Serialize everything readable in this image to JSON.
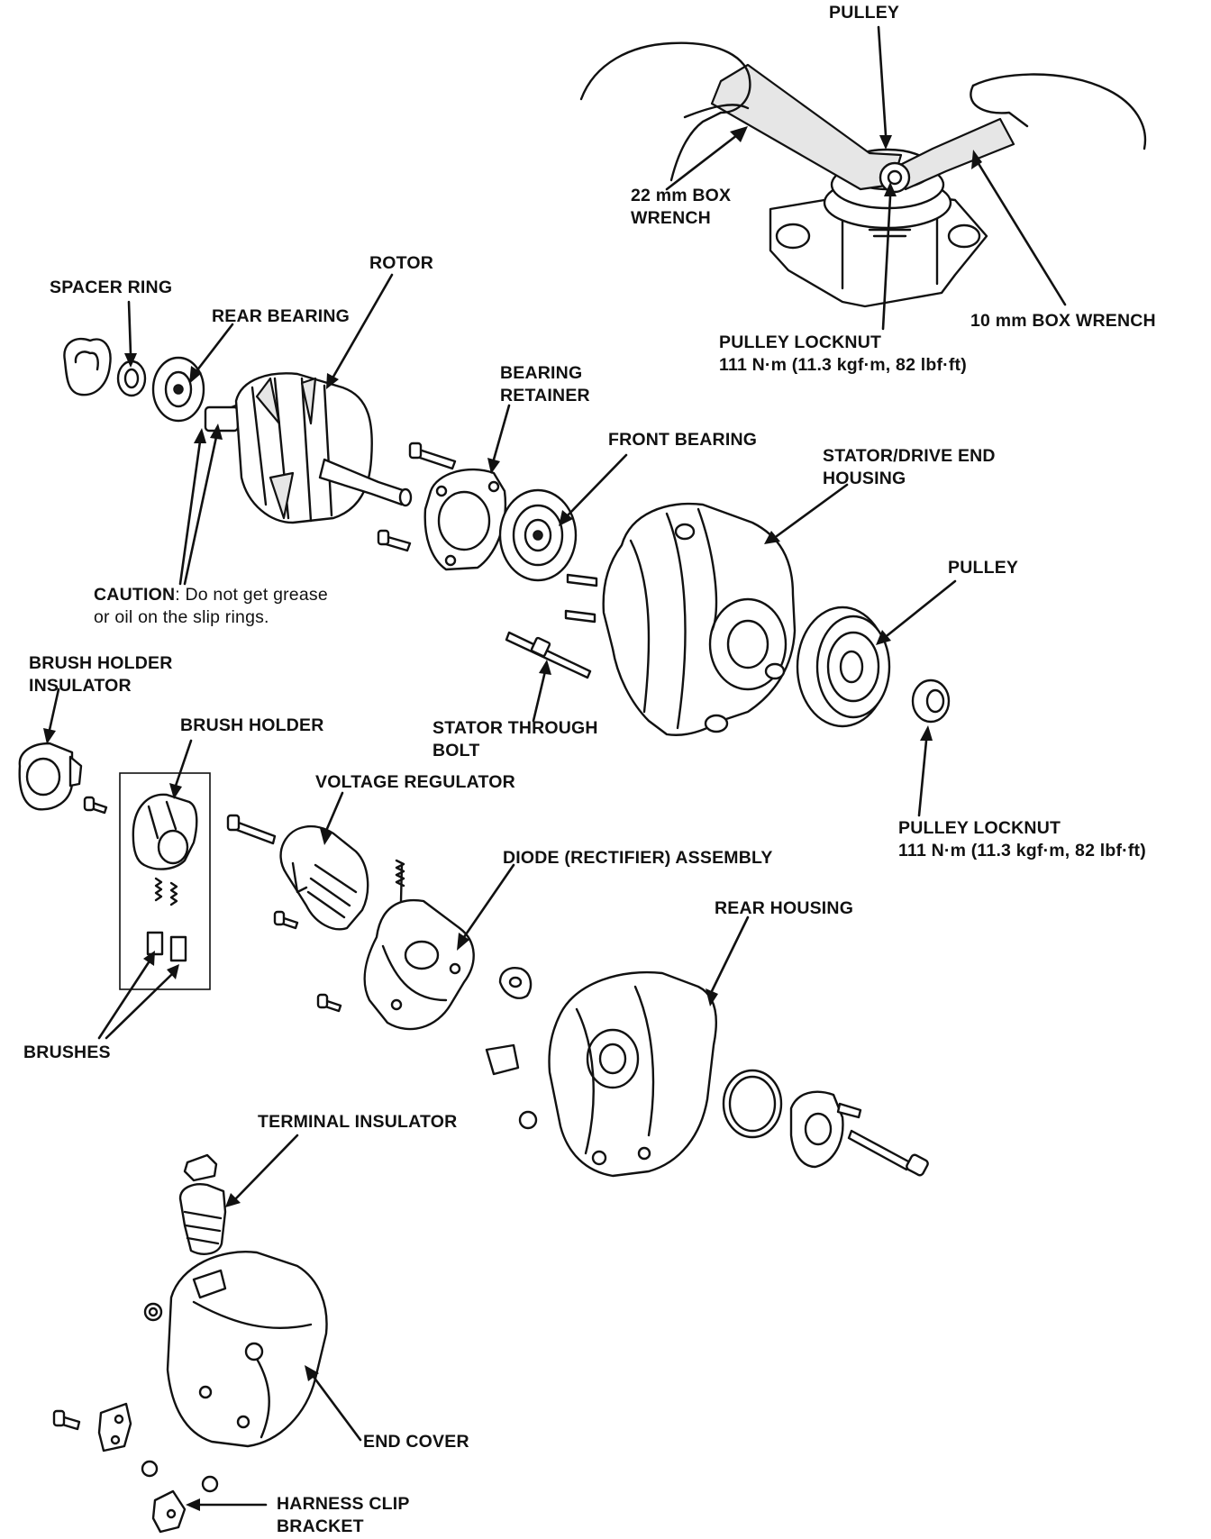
{
  "labels": {
    "pulley_top": "PULLEY",
    "wrench22_l1": "22 mm BOX",
    "wrench22_l2": "WRENCH",
    "wrench10": "10 mm BOX WRENCH",
    "locknut_top_l1": "PULLEY LOCKNUT",
    "locknut_top_l2": "111 N·m (11.3 kgf·m, 82 lbf·ft)",
    "rotor": "ROTOR",
    "spacer_ring": "SPACER RING",
    "rear_bearing": "REAR BEARING",
    "bearing_retainer_l1": "BEARING",
    "bearing_retainer_l2": "RETAINER",
    "front_bearing": "FRONT BEARING",
    "stator_l1": "STATOR/DRIVE END",
    "stator_l2": "HOUSING",
    "pulley_mid": "PULLEY",
    "caution_bold": "CAUTION",
    "caution_l1": ": Do not get grease",
    "caution_l2": "or oil on the slip rings.",
    "brush_insulator_l1": "BRUSH HOLDER",
    "brush_insulator_l2": "INSULATOR",
    "brush_holder": "BRUSH HOLDER",
    "stator_bolt_l1": "STATOR THROUGH",
    "stator_bolt_l2": "BOLT",
    "voltage_regulator": "VOLTAGE REGULATOR",
    "locknut_mid_l1": "PULLEY LOCKNUT",
    "locknut_mid_l2": "111 N·m (11.3 kgf·m, 82 lbf·ft)",
    "diode_assembly": "DIODE (RECTIFIER) ASSEMBLY",
    "rear_housing": "REAR HOUSING",
    "brushes": "BRUSHES",
    "terminal_insulator": "TERMINAL INSULATOR",
    "end_cover": "END COVER",
    "harness_l1": "HARNESS CLIP",
    "harness_l2": "BRACKET"
  }
}
